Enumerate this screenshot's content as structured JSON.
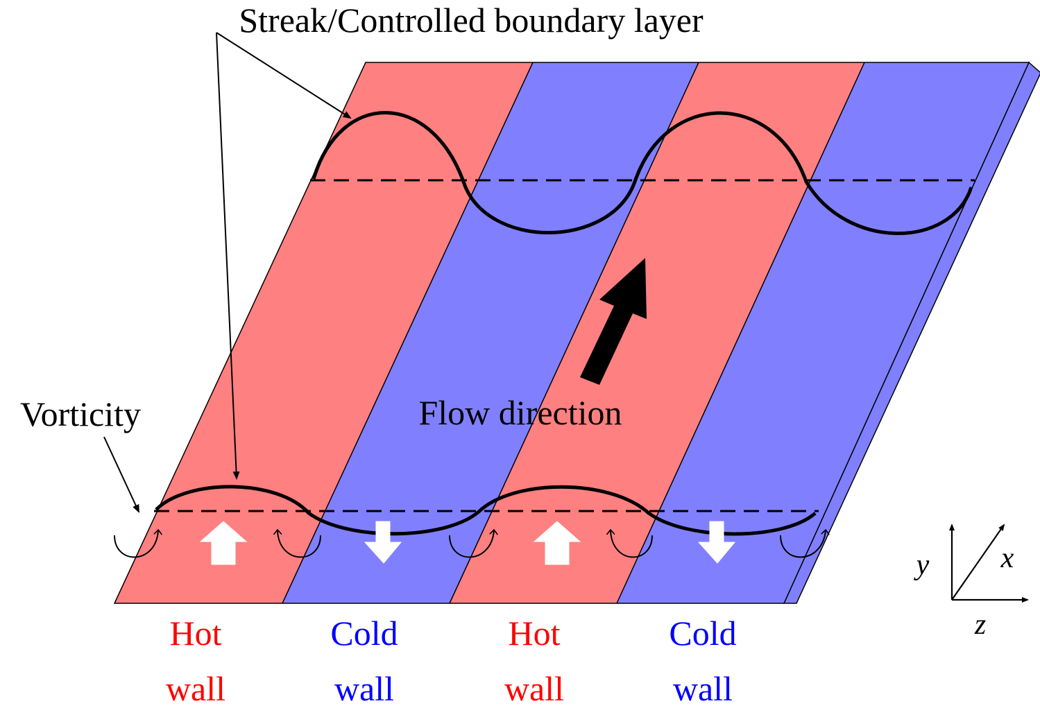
{
  "title_label": "Streak/Controlled boundary layer",
  "vorticity_label": "Vorticity",
  "flow_label": "Flow direction",
  "axes": {
    "x": "x",
    "y": "y",
    "z": "z"
  },
  "walls": [
    {
      "line1": "Hot",
      "line2": "wall",
      "type": "hot"
    },
    {
      "line1": "Cold",
      "line2": "wall",
      "type": "cold"
    },
    {
      "line1": "Hot",
      "line2": "wall",
      "type": "hot"
    },
    {
      "line1": "Cold",
      "line2": "wall",
      "type": "cold"
    }
  ],
  "colors": {
    "hot_fill": "#ff8080",
    "cold_fill": "#8080ff",
    "side_fill": "#8080ff",
    "hot_text": "#ff0000",
    "cold_text": "#0000ff",
    "line": "#000000"
  }
}
